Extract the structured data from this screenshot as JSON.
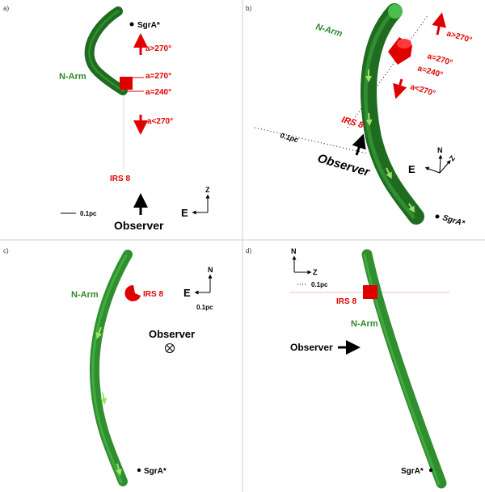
{
  "panels": {
    "a": {
      "tag": "a)",
      "sgra": "SgrA*",
      "narm": "N-Arm",
      "a_gt": "a>270°",
      "a_eq270": "a=270°",
      "a_eq240": "a=240°",
      "a_lt": "a<270°",
      "irs8": "IRS 8",
      "scale": "0.1pc",
      "observer": "Observer",
      "axis_z": "Z",
      "axis_e": "E"
    },
    "b": {
      "tag": "b)",
      "narm": "N-Arm",
      "a_gt": "a>270°",
      "a_eq270": "a=270°",
      "a_eq240": "a=240°",
      "a_lt": "a<270°",
      "irs8": "IRS 8",
      "scale": "0.1pc",
      "observer": "Observer",
      "axis_n": "N",
      "axis_e": "E",
      "axis_z": "Z",
      "sgra": "SgrA*"
    },
    "c": {
      "tag": "c)",
      "narm": "N-Arm",
      "irs8": "IRS 8",
      "axis_n": "N",
      "axis_e": "E",
      "scale": "0.1pc",
      "observer": "Observer",
      "sgra": "SgrA*"
    },
    "d": {
      "tag": "d)",
      "axis_n": "N",
      "axis_z": "Z",
      "scale": "0.1pc",
      "irs8": "IRS 8",
      "narm": "N-Arm",
      "observer": "Observer",
      "sgra": "SgrA*"
    }
  },
  "colors": {
    "arm_dark": "#1f6b1f",
    "arm_light": "#2d9a2d",
    "arm_text": "#2a8a2a",
    "red": "#e00000",
    "black": "#000000"
  }
}
